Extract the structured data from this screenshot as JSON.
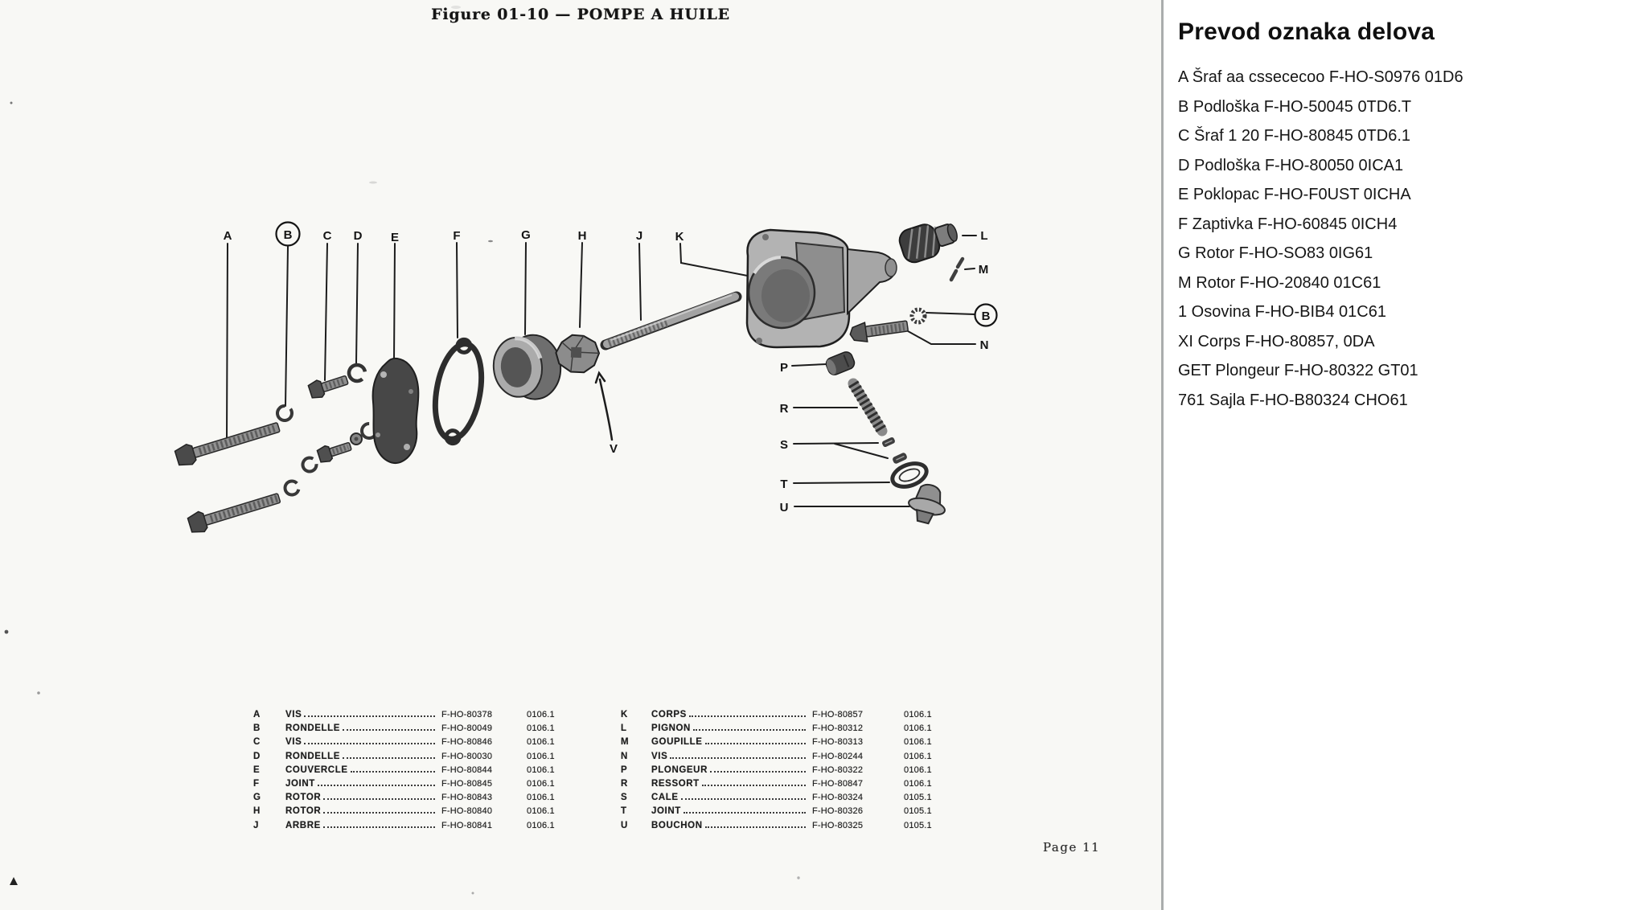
{
  "figure": {
    "title": "Figure 01-10 — POMPE A HUILE",
    "page_label": "Page 11"
  },
  "diagram": {
    "top_labels": [
      "A",
      "B",
      "C",
      "D",
      "E",
      "F",
      "G",
      "H",
      "J",
      "K"
    ],
    "side_labels": {
      "l": "L",
      "m": "M",
      "b2": "B",
      "n": "N",
      "p": "P",
      "r": "R",
      "s": "S",
      "t": "T",
      "u": "U",
      "v": "V"
    }
  },
  "parts_table": {
    "left_rows": [
      {
        "letter": "A",
        "name": "VIS",
        "part": "F-HO-80378",
        "code": "0106.1"
      },
      {
        "letter": "B",
        "name": "RONDELLE",
        "part": "F-HO-80049",
        "code": "0106.1"
      },
      {
        "letter": "C",
        "name": "VIS",
        "part": "F-HO-80846",
        "code": "0106.1"
      },
      {
        "letter": "D",
        "name": "RONDELLE",
        "part": "F-HO-80030",
        "code": "0106.1"
      },
      {
        "letter": "E",
        "name": "COUVERCLE",
        "part": "F-HO-80844",
        "code": "0106.1"
      },
      {
        "letter": "F",
        "name": "JOINT",
        "part": "F-HO-80845",
        "code": "0106.1"
      },
      {
        "letter": "G",
        "name": "ROTOR",
        "part": "F-HO-80843",
        "code": "0106.1"
      },
      {
        "letter": "H",
        "name": "ROTOR",
        "part": "F-HO-80840",
        "code": "0106.1"
      },
      {
        "letter": "J",
        "name": "ARBRE",
        "part": "F-HO-80841",
        "code": "0106.1"
      }
    ],
    "right_rows": [
      {
        "letter": "K",
        "name": "CORPS",
        "part": "F-HO-80857",
        "code": "0106.1"
      },
      {
        "letter": "L",
        "name": "PIGNON",
        "part": "F-HO-80312",
        "code": "0106.1"
      },
      {
        "letter": "M",
        "name": "GOUPILLE",
        "part": "F-HO-80313",
        "code": "0106.1"
      },
      {
        "letter": "N",
        "name": "VIS",
        "part": "F-HO-80244",
        "code": "0106.1"
      },
      {
        "letter": "P",
        "name": "PLONGEUR",
        "part": "F-HO-80322",
        "code": "0106.1"
      },
      {
        "letter": "R",
        "name": "RESSORT",
        "part": "F-HO-80847",
        "code": "0106.1"
      },
      {
        "letter": "S",
        "name": "CALE",
        "part": "F-HO-80324",
        "code": "0105.1"
      },
      {
        "letter": "T",
        "name": "JOINT",
        "part": "F-HO-80326",
        "code": "0105.1"
      },
      {
        "letter": "U",
        "name": "BOUCHON",
        "part": "F-HO-80325",
        "code": "0105.1"
      }
    ]
  },
  "translation_panel": {
    "title": "Prevod oznaka delova",
    "items": [
      "A Šraf aa cssececoo F-HO-S0976 01D6",
      "B Podloška F-HO-50045 0TD6.T",
      "C Šraf 1 20 F-HO-80845 0TD6.1",
      "D Podloška F-HO-80050 0ICA1",
      "E Poklopac F-HO-F0UST 0ICHA",
      "F Zaptivka F-HO-60845 0ICH4",
      "G Rotor F-HO-SO83 0IG61",
      "M Rotor F-HO-20840 01C61",
      "1 Osovina F-HO-BIB4 01C61",
      "XI Corps F-HO-80857, 0DA",
      "GET Plongeur F-HO-80322 GT01",
      "761 Sajla F-HO-B80324 CHO61"
    ]
  }
}
